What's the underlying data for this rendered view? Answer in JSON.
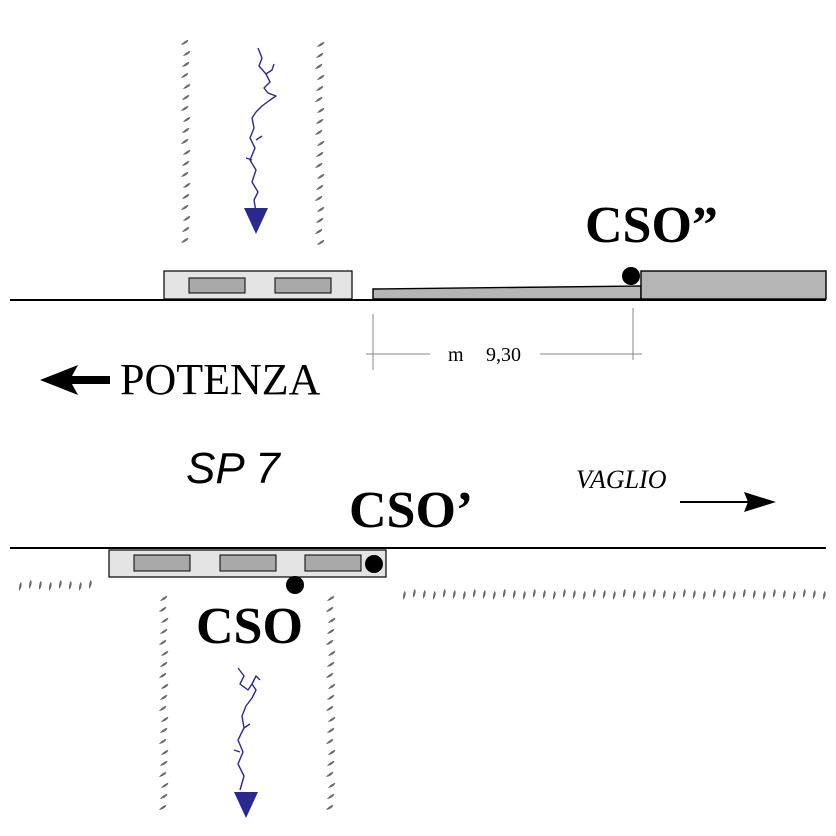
{
  "labels": {
    "cso_top": "CSO”",
    "cso_mid": "CSO’",
    "cso_bottom": "CSO",
    "road": "SP 7",
    "towards_left": "POTENZA",
    "towards_right": "VAGLIO",
    "distance_unit": "m",
    "distance_value": "9,30"
  },
  "colors": {
    "line": "#000000",
    "channel_arrow": "#2b2a8c",
    "grate_fill": "#e4e4e4",
    "slot_fill": "#a9a9a9",
    "curb_fill": "#b5b5b5",
    "tick": "#6a6a6a"
  },
  "icons": {
    "left_arrow": "arrow-left-icon",
    "right_arrow": "arrow-right-icon",
    "flow_arrow": "flow-arrow-icon",
    "manhole": "manhole-dot-icon"
  }
}
